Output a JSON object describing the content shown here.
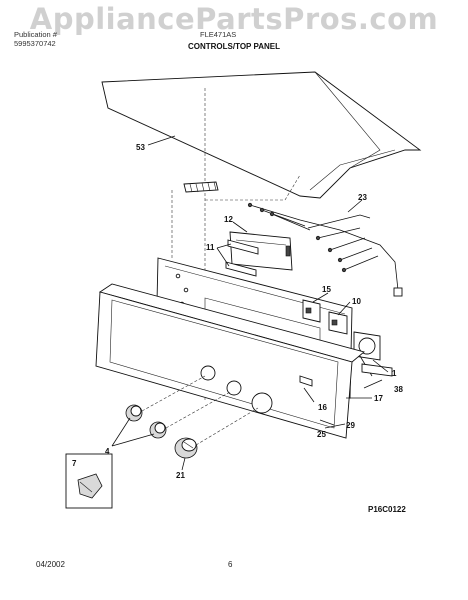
{
  "watermark": "AppliancePartsPros.com",
  "header": {
    "left_line1": "Publication #",
    "left_line2": "5995370742",
    "right_line1": "FLE471AS",
    "section_title": "CONTROLS/TOP PANEL"
  },
  "callouts": {
    "c53": "53",
    "c23": "23",
    "c12": "12",
    "c11": "11",
    "c15": "15",
    "c10": "10",
    "c1": "1",
    "c38": "38",
    "c17": "17",
    "c16": "16",
    "c25": "25",
    "c29": "29",
    "c4": "4",
    "c7": "7",
    "c21": "21"
  },
  "diagram_code": "P16C0122",
  "footer": {
    "date": "04/2002",
    "page": "6"
  }
}
